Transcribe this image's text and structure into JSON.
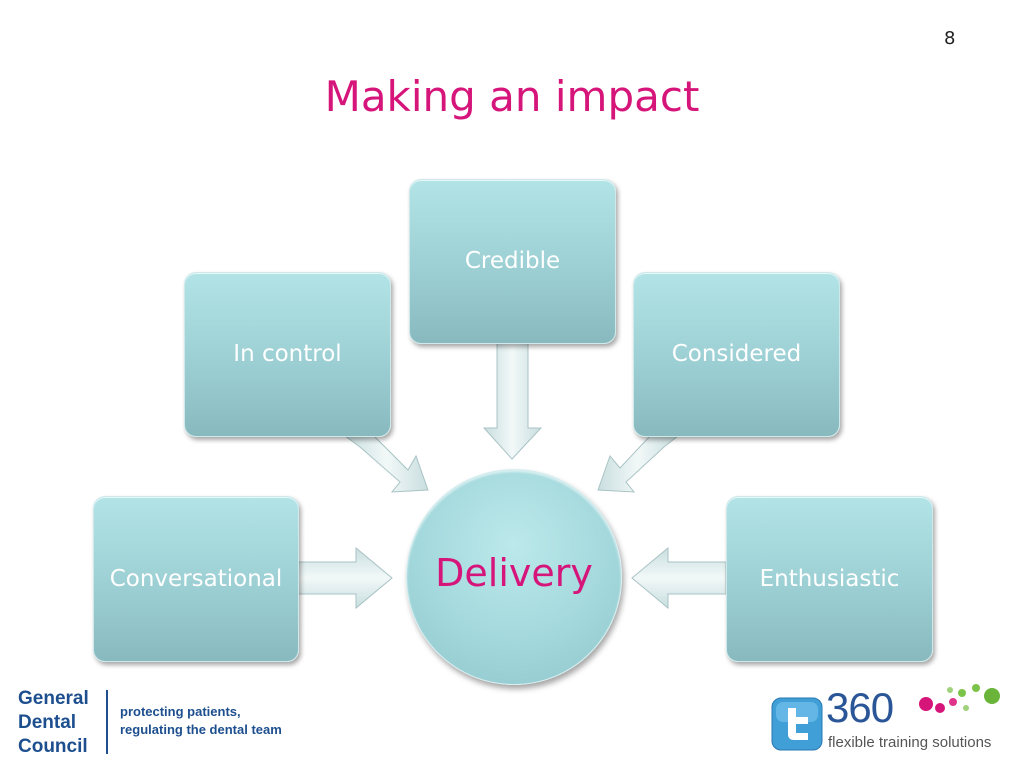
{
  "slide": {
    "number": "8",
    "title": "Making an impact"
  },
  "diagram": {
    "center": "Delivery",
    "nodes": [
      {
        "id": "credible",
        "label": "Credible"
      },
      {
        "id": "in-control",
        "label": "In control"
      },
      {
        "id": "considered",
        "label": "Considered"
      },
      {
        "id": "conversational",
        "label": "Conversational"
      },
      {
        "id": "enthusiastic",
        "label": "Enthusiastic"
      }
    ]
  },
  "footer": {
    "gdc": {
      "name_lines": [
        "General",
        "Dental",
        "Council"
      ],
      "tagline_lines": [
        "protecting patients,",
        "regulating the dental team"
      ]
    },
    "logo360": {
      "number": "360",
      "tagline": "flexible training solutions"
    }
  },
  "colors": {
    "accent": "#d6157a",
    "box": "#9ccfd3",
    "gdc_blue": "#1d4f8f"
  }
}
